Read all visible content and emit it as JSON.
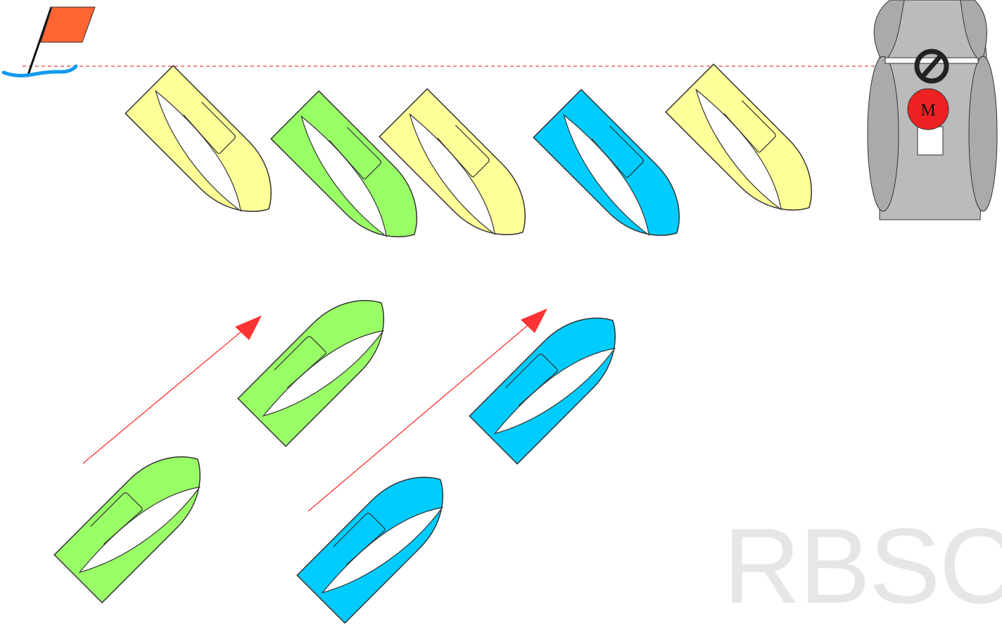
{
  "diagram": {
    "start_line": {
      "style": "dashed",
      "color": "#e84040"
    },
    "pin_end": {
      "flag_color": "#ff6633",
      "water_color": "#1199ee"
    },
    "committee_boat": {
      "hull_color": "#bbbbbb",
      "prohibition_icon": "no-entry-icon",
      "mark_label": "M",
      "mark_color": "#ee2222"
    },
    "colors": {
      "yellow": "#ffff99",
      "green": "#99ff66",
      "blue": "#00ccff",
      "arrow": "#ff3333"
    },
    "watermark": "RBSC"
  }
}
